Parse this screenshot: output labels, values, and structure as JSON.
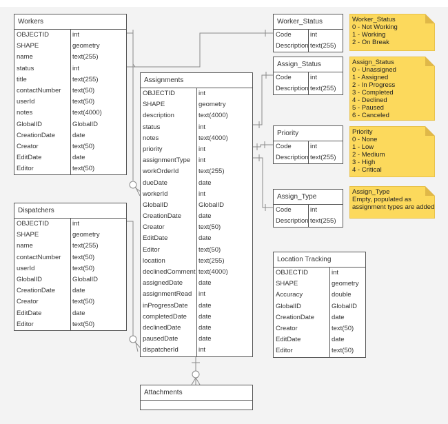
{
  "tables": {
    "workers": {
      "title": "Workers",
      "rows": [
        [
          "OBJECTID",
          "int"
        ],
        [
          "SHAPE",
          "geometry"
        ],
        [
          "name",
          "text(255)"
        ],
        [
          "status",
          "int"
        ],
        [
          "title",
          "text(255)"
        ],
        [
          "contactNumber",
          "text(50)"
        ],
        [
          "userId",
          "text(50)"
        ],
        [
          "notes",
          "text(4000)"
        ],
        [
          "GlobalID",
          "GlobalID"
        ],
        [
          "CreationDate",
          "date"
        ],
        [
          "Creator",
          "text(50)"
        ],
        [
          "EditDate",
          "date"
        ],
        [
          "Editor",
          "text(50)"
        ]
      ]
    },
    "dispatchers": {
      "title": "Dispatchers",
      "rows": [
        [
          "OBJECTID",
          "int"
        ],
        [
          "SHAPE",
          "geometry"
        ],
        [
          "name",
          "text(255)"
        ],
        [
          "contactNumber",
          "text(50)"
        ],
        [
          "userId",
          "text(50)"
        ],
        [
          "GlobalID",
          "GlobalID"
        ],
        [
          "CreationDate",
          "date"
        ],
        [
          "Creator",
          "text(50)"
        ],
        [
          "EditDate",
          "date"
        ],
        [
          "Editor",
          "text(50)"
        ]
      ]
    },
    "assignments": {
      "title": "Assignments",
      "rows": [
        [
          "OBJECTID",
          "int"
        ],
        [
          "SHAPE",
          "geometry"
        ],
        [
          "description",
          "text(4000)"
        ],
        [
          "status",
          "int"
        ],
        [
          "notes",
          "text(4000)"
        ],
        [
          "priority",
          "int"
        ],
        [
          "assignmentType",
          "int"
        ],
        [
          "workOrderId",
          "text(255)"
        ],
        [
          "dueDate",
          "date"
        ],
        [
          "workerId",
          "int"
        ],
        [
          "GlobalID",
          "GlobalID"
        ],
        [
          "CreationDate",
          "date"
        ],
        [
          "Creator",
          "text(50)"
        ],
        [
          "EditDate",
          "date"
        ],
        [
          "Editor",
          "text(50)"
        ],
        [
          "location",
          "text(255)"
        ],
        [
          "declinedComment",
          "text(4000)"
        ],
        [
          "assignedDate",
          "date"
        ],
        [
          "assignmentRead",
          "int"
        ],
        [
          "inProgressDate",
          "date"
        ],
        [
          "completedDate",
          "date"
        ],
        [
          "declinedDate",
          "date"
        ],
        [
          "pausedDate",
          "date"
        ],
        [
          "dispatcherId",
          "int"
        ]
      ]
    },
    "worker_status": {
      "title": "Worker_Status",
      "rows": [
        [
          "Code",
          "int"
        ],
        [
          "Description",
          "text(255)"
        ]
      ]
    },
    "assign_status": {
      "title": "Assign_Status",
      "rows": [
        [
          "Code",
          "int"
        ],
        [
          "Description",
          "text(255)"
        ]
      ]
    },
    "priority": {
      "title": "Priority",
      "rows": [
        [
          "Code",
          "int"
        ],
        [
          "Description",
          "text(255)"
        ]
      ]
    },
    "assign_type": {
      "title": "Assign_Type",
      "rows": [
        [
          "Code",
          "int"
        ],
        [
          "Description",
          "text(255)"
        ]
      ]
    },
    "location_tracking": {
      "title": "Location Tracking",
      "rows": [
        [
          "OBJECTID",
          "int"
        ],
        [
          "SHAPE",
          "geometry"
        ],
        [
          "Accuracy",
          "double"
        ],
        [
          "GlobalID",
          "GlobalID"
        ],
        [
          "CreationDate",
          "date"
        ],
        [
          "Creator",
          "text(50)"
        ],
        [
          "EditDate",
          "date"
        ],
        [
          "Editor",
          "text(50)"
        ]
      ]
    },
    "attachments": {
      "title": "Attachments",
      "rows": []
    }
  },
  "notes": {
    "worker_status": [
      "Worker_Status",
      "0 - Not Working",
      "1 - Working",
      "2 - On Break"
    ],
    "assign_status": [
      "Assign_Status",
      "0 - Unassigned",
      "1 - Assigned",
      "2 - In Progress",
      "3 - Completed",
      "4 - Declined",
      "5 - Paused",
      "6 - Canceled"
    ],
    "priority": [
      "Priority",
      "0 - None",
      "1 - Low",
      "2 - Medium",
      "3 - High",
      "4 - Critical"
    ],
    "assign_type": [
      "Assign_Type",
      "Empty, populated as",
      "assignment types are added"
    ]
  },
  "colors": {
    "note": "#fcd95c",
    "line": "#888888",
    "background": "#f3f3f3"
  }
}
